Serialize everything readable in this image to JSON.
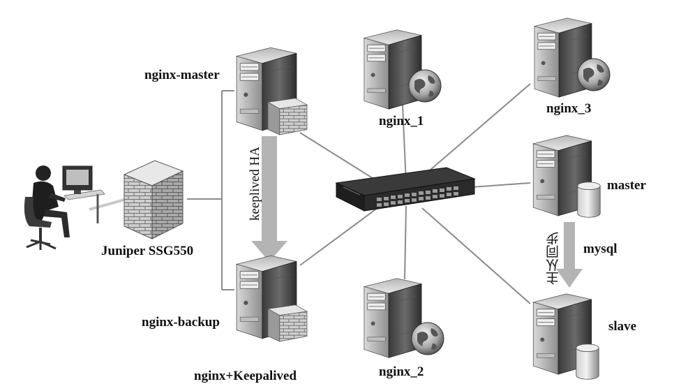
{
  "labels": {
    "nginx_master": "nginx-master",
    "nginx_backup": "nginx-backup",
    "keepalived_ha": "keeplived HA",
    "nginx_keepalived": "nginx+Keepalived",
    "juniper": "Juniper SSG550",
    "nginx_1": "nginx_1",
    "nginx_2": "nginx_2",
    "nginx_3": "nginx_3",
    "mysql_master": "master",
    "mysql_slave": "slave",
    "mysql": "mysql",
    "master_slave_sync": "主从同步"
  },
  "icons": {
    "server": "server-tower-icon",
    "firewall": "firewall-brick-icon",
    "globe": "globe-icon",
    "database": "database-cylinder-icon",
    "switch": "network-switch-icon",
    "user": "user-workstation-icon"
  },
  "colors": {
    "line": "#888888",
    "arrow": "#b4b4b4",
    "server_dark": "#2a2a2a",
    "server_light": "#d8d8d8"
  }
}
